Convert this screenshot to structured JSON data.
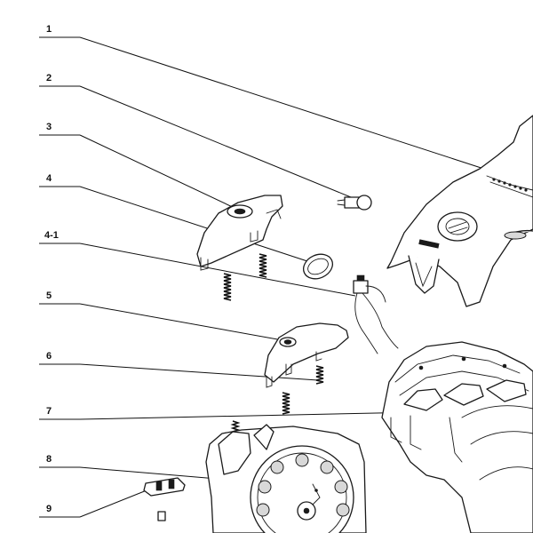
{
  "diagram": {
    "callouts": [
      {
        "id": "1",
        "label": "1"
      },
      {
        "id": "2",
        "label": "2"
      },
      {
        "id": "3",
        "label": "3"
      },
      {
        "id": "4",
        "label": "4"
      },
      {
        "id": "4-1",
        "label": "4-1"
      },
      {
        "id": "5",
        "label": "5"
      },
      {
        "id": "6",
        "label": "6"
      },
      {
        "id": "7",
        "label": "7"
      },
      {
        "id": "8",
        "label": "8"
      },
      {
        "id": "9",
        "label": "9"
      }
    ],
    "colors": {
      "line": "#1a1a1a",
      "background": "#ffffff"
    }
  }
}
